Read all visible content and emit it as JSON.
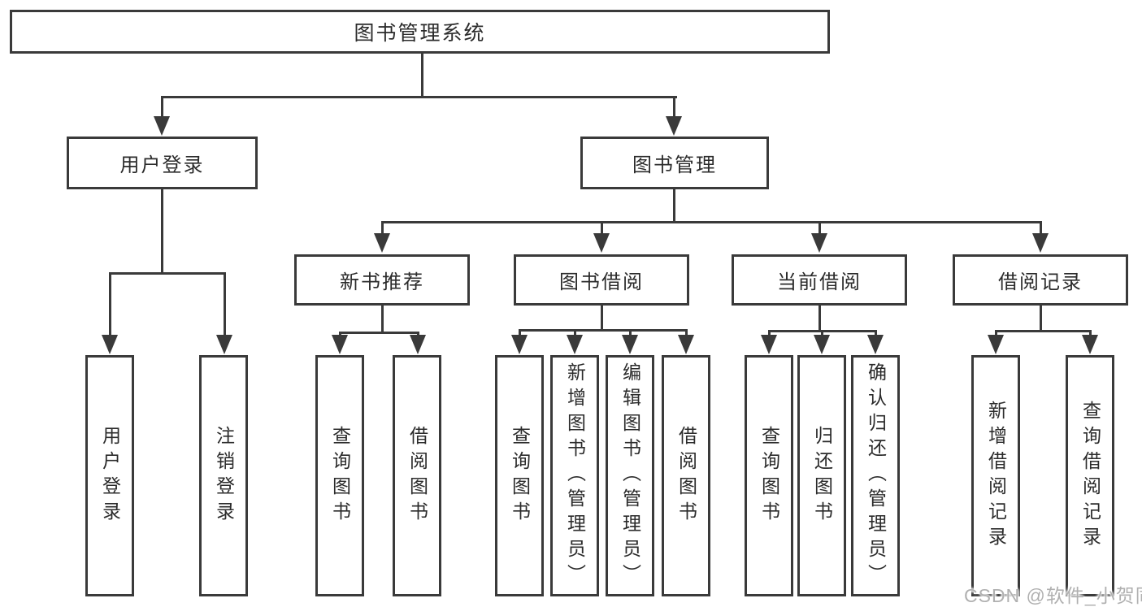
{
  "diagram": {
    "root": {
      "label": "图书管理系统"
    },
    "level2": [
      {
        "label": "用户登录"
      },
      {
        "label": "图书管理"
      }
    ],
    "level3": [
      {
        "label": "新书推荐"
      },
      {
        "label": "图书借阅"
      },
      {
        "label": "当前借阅"
      },
      {
        "label": "借阅记录"
      }
    ],
    "leaves": {
      "user": [
        "用户登录",
        "注销登录"
      ],
      "recommend": [
        "查询图书",
        "借阅图书"
      ],
      "borrow": [
        "查询图书",
        "新增图书（管理员）",
        "编辑图书（管理员）",
        "借阅图书"
      ],
      "current": [
        "查询图书",
        "归还图书",
        "确认归还（管理员）"
      ],
      "records": [
        "新增借阅记录",
        "查询借阅记录"
      ]
    }
  },
  "watermark": {
    "text": "CSDN @软件_小贺同学"
  },
  "colors": {
    "line": "#3a3a3a",
    "text": "#2b2b2b",
    "watermark": "#b0b0b0",
    "background": "#ffffff"
  }
}
